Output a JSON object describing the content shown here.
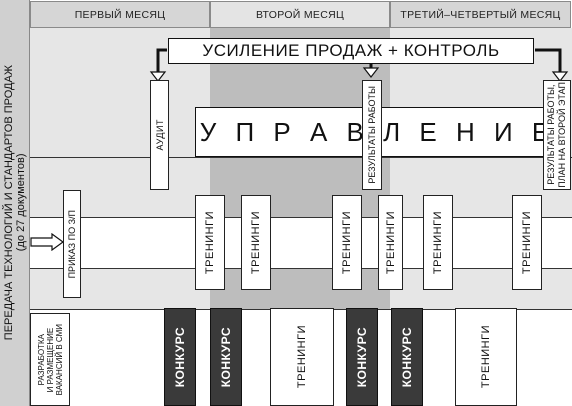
{
  "headers": {
    "month1": "ПЕРВЫЙ МЕСЯЦ",
    "month2": "ВТОРОЙ МЕСЯЦ",
    "month3": "ТРЕТИЙ–ЧЕТВЕРТЫЙ МЕСЯЦ"
  },
  "left_label": {
    "line1": "ПЕРЕДАЧА ТЕХНОЛОГИЙ И СТАНДАРТОВ ПРОДАЖ",
    "line2": "(до 27 документов)"
  },
  "top_banner": "УСИЛЕНИЕ ПРОДАЖ + КОНТРОЛЬ",
  "management": "У П Р А В Л Е Н И Е",
  "audit": "АУДИТ",
  "work_results": "РЕЗУЛЬТАТЫ РАБОТЫ",
  "final_results": {
    "line1": "РЕЗУЛЬТАТЫ РАБОТЫ,",
    "line2": "ПЛАН НА ВТОРОЙ ЭТАП"
  },
  "order": "ПРИКАЗ ПО З/П",
  "vacancies": {
    "line1": "РАЗРАБОТКА",
    "line2": "И РАЗМЕЩЕНИЕ",
    "line3": "ВАКАНСИЙ В СМИ"
  },
  "trainings_row1": [
    "ТРЕНИНГИ",
    "ТРЕНИНГИ",
    "ТРЕНИНГИ",
    "ТРЕНИНГИ",
    "ТРЕНИНГИ",
    "ТРЕНИНГИ"
  ],
  "row3": {
    "contest_1": "КОНКУРС",
    "contest_2": "КОНКУРС",
    "training_1": "ТРЕНИНГИ",
    "contest_3": "КОНКУРС",
    "contest_4": "КОНКУРС",
    "training_2": "ТРЕНИНГИ"
  },
  "colors": {
    "background_light": "#e6e6e6",
    "background_mid": "#bdbdbd",
    "header": "#d6d6d6",
    "contest_box": "#3a3a3a",
    "white": "#ffffff"
  }
}
